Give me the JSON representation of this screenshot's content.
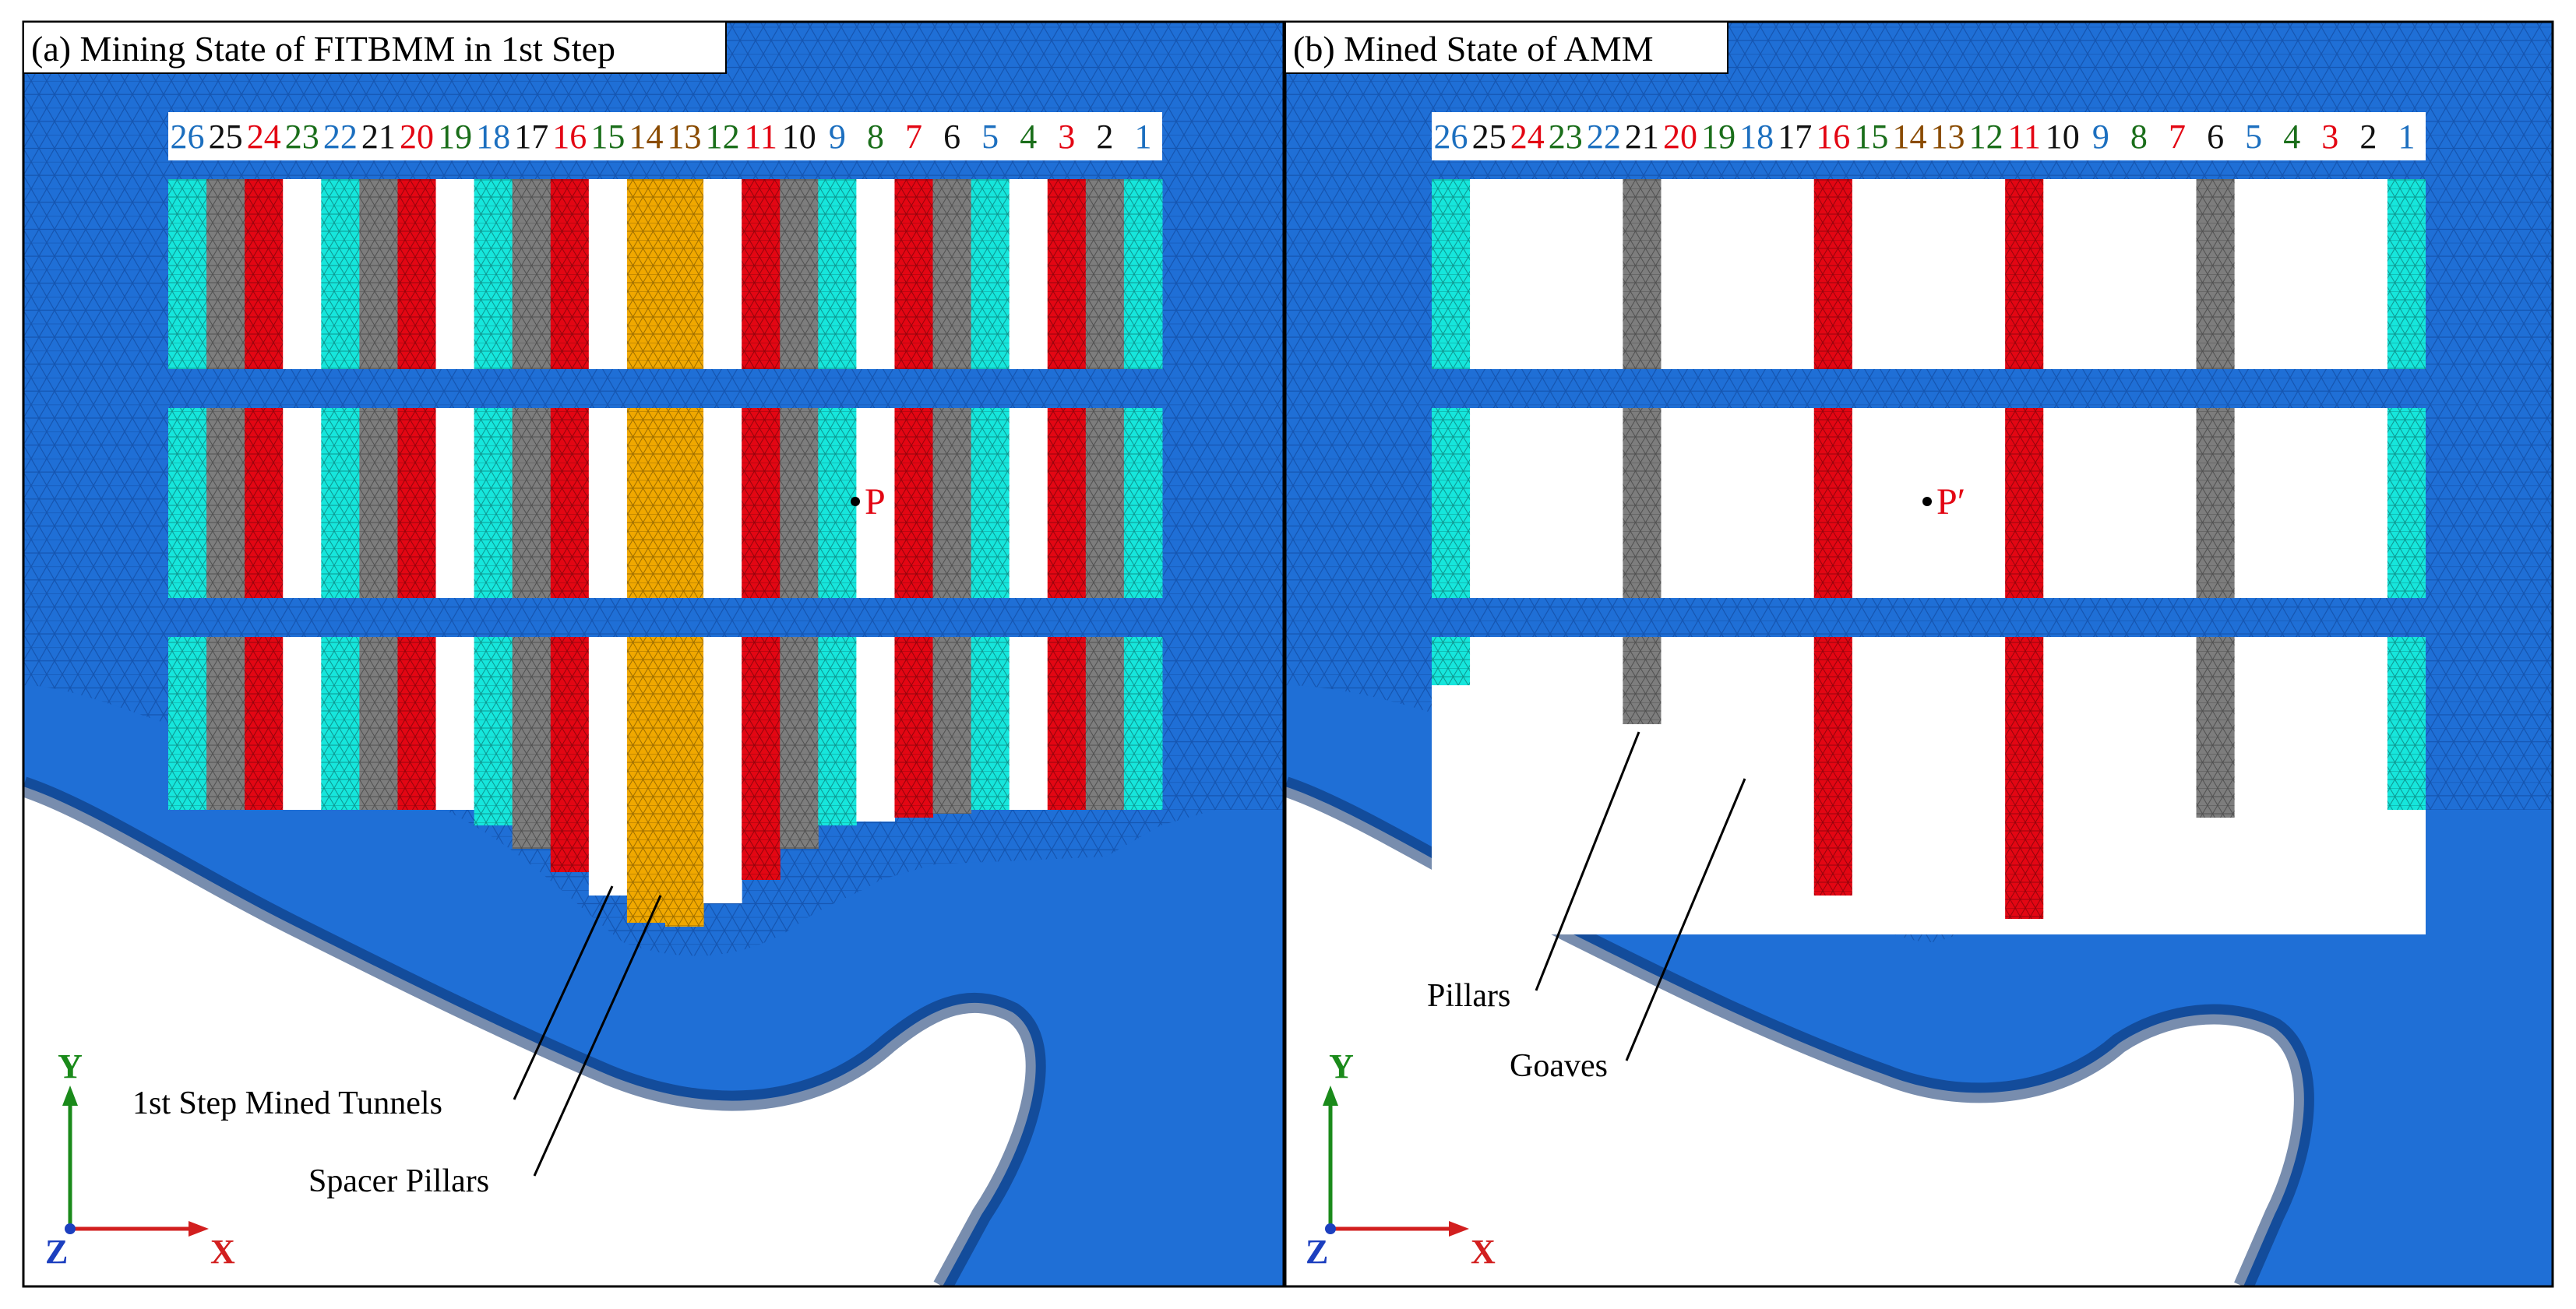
{
  "colors": {
    "mesh_fill": "#1f6fd6",
    "mesh_line": "#0d3f8f",
    "cyan": "#16e6dc",
    "gray": "#7d7d7d",
    "red": "#e30613",
    "orange": "#f0a800",
    "void": "#ffffff",
    "border": "#000000",
    "label_red": "#e30613",
    "label_blue": "#1c6fbf",
    "label_green": "#1a6e1a",
    "label_black": "#111111",
    "label_brown": "#8a4b00",
    "axis_y": "#1a8a1a",
    "axis_x": "#d21f1f",
    "axis_z": "#1c3fbf"
  },
  "panels": [
    {
      "title": "(a) Mining State of FITBMM in 1st Step",
      "tunnel_numbers": [
        "26",
        "25",
        "24",
        "23",
        "22",
        "21",
        "20",
        "19",
        "18",
        "17",
        "16",
        "15",
        "14",
        "13",
        "12",
        "11",
        "10",
        "9",
        "8",
        "7",
        "6",
        "5",
        "4",
        "3",
        "2",
        "1"
      ],
      "number_colors": [
        "label_blue",
        "label_black",
        "label_red",
        "label_green",
        "label_blue",
        "label_black",
        "label_red",
        "label_green",
        "label_blue",
        "label_black",
        "label_red",
        "label_green",
        "label_brown",
        "label_brown",
        "label_green",
        "label_red",
        "label_black",
        "label_blue",
        "label_green",
        "label_red",
        "label_black",
        "label_blue",
        "label_green",
        "label_red",
        "label_black",
        "label_blue"
      ],
      "strip_colors": [
        "cyan",
        "gray",
        "red",
        "void",
        "cyan",
        "gray",
        "red",
        "void",
        "cyan",
        "gray",
        "red",
        "void",
        "orange",
        "orange",
        "void",
        "red",
        "gray",
        "cyan",
        "void",
        "red",
        "gray",
        "cyan",
        "void",
        "red",
        "gray",
        "cyan"
      ],
      "point_label": "P",
      "annotations": [
        "1st Step Mined Tunnels",
        "Spacer Pillars"
      ],
      "axes": {
        "x": "X",
        "y": "Y",
        "z": "Z"
      }
    },
    {
      "title": "(b) Mined State of AMM",
      "tunnel_numbers": [
        "26",
        "25",
        "24",
        "23",
        "22",
        "21",
        "20",
        "19",
        "18",
        "17",
        "16",
        "15",
        "14",
        "13",
        "12",
        "11",
        "10",
        "9",
        "8",
        "7",
        "6",
        "5",
        "4",
        "3",
        "2",
        "1"
      ],
      "number_colors": [
        "label_blue",
        "label_black",
        "label_red",
        "label_green",
        "label_blue",
        "label_black",
        "label_red",
        "label_green",
        "label_blue",
        "label_black",
        "label_red",
        "label_green",
        "label_brown",
        "label_brown",
        "label_green",
        "label_red",
        "label_black",
        "label_blue",
        "label_green",
        "label_red",
        "label_black",
        "label_blue",
        "label_green",
        "label_red",
        "label_black",
        "label_blue"
      ],
      "pillar_colors": [
        "cyan",
        "gray",
        "red",
        "red",
        "gray",
        "cyan"
      ],
      "point_label": "P′",
      "annotations": [
        "Pillars",
        "Goaves"
      ],
      "axes": {
        "x": "X",
        "y": "Y",
        "z": "Z"
      }
    }
  ]
}
